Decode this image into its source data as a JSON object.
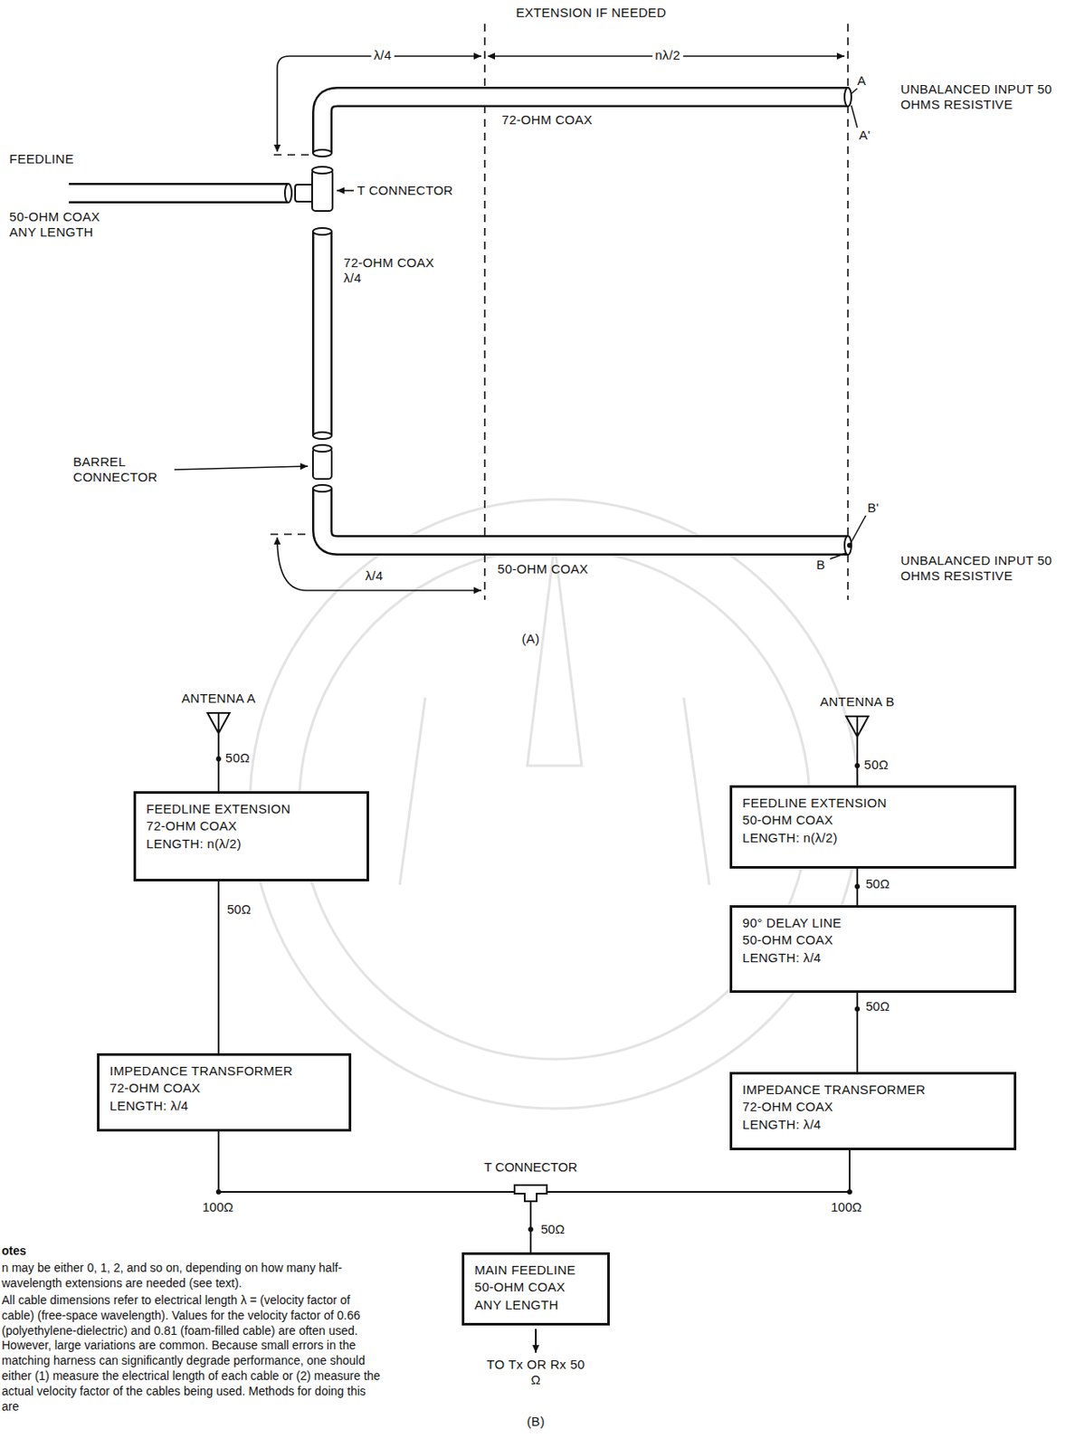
{
  "diagram": {
    "nodes": [
      {
        "text": [
          "FEEDLINE EXTENSION",
          "72-OHM COAX",
          "LENGTH: n(λ/2)"
        ]
      },
      {
        "text": [
          "FEEDLINE EXTENSION",
          "50-OHM COAX",
          "LENGTH: n(λ/2)"
        ]
      },
      {
        "text": [
          "90° DELAY LINE",
          "50-OHM COAX",
          "LENGTH: λ/4"
        ]
      },
      {
        "text": [
          "IMPEDANCE TRANSFORMER",
          "72-OHM COAX",
          "LENGTH: λ/4"
        ]
      },
      {
        "text": [
          "IMPEDANCE TRANSFORMER",
          "72-OHM COAX",
          "LENGTH: λ/4"
        ]
      },
      {
        "text": [
          "T CONNECTOR"
        ]
      },
      {
        "text": [
          "MAIN FEEDLINE",
          "50-OHM COAX",
          "ANY LENGTH"
        ]
      }
    ],
    "edges": [
      {
        "from": 0,
        "to": 3,
        "label": "50Ω",
        "arrow": "none"
      },
      {
        "from": 1,
        "to": 2,
        "label": "50Ω",
        "arrow": "none"
      },
      {
        "from": 2,
        "to": 4,
        "label": "50Ω",
        "arrow": "none"
      },
      {
        "from": 3,
        "to": 5,
        "label": "100Ω",
        "arrow": "none"
      },
      {
        "from": 4,
        "to": 5,
        "label": "100Ω",
        "arrow": "none"
      },
      {
        "from": 5,
        "to": 6,
        "label": "50Ω",
        "arrow": "none"
      }
    ],
    "labels": [
      "EXTENSION IF NEEDED",
      "λ/4",
      "nλ/2",
      "A",
      "A'",
      "72-OHM COAX",
      "UNBALANCED INPUT 50 OHMS RESISTIVE",
      "FEEDLINE",
      "50-OHM COAX ANY LENGTH",
      "T CONNECTOR",
      "72-OHM COAX λ/4",
      "BARREL CONNECTOR",
      "50-OHM COAX",
      "λ/4",
      "B'",
      "B",
      "UNBALANCED INPUT 50 OHMS RESISTIVE",
      "(A)",
      "ANTENNA A",
      "50Ω",
      "ANTENNA B",
      "50Ω",
      "TO Tx OR Rx 50 Ω",
      "(B)",
      "otes",
      "n may be either 0, 1, 2, and so on, depending on how many half-wavelength extensions are needed (see text).",
      "All cable dimensions refer to electrical length λ = (velocity factor of cable) (free-space wavelength). Values for the velocity factor of 0.66 (polyethylene-dielectric) and 0.81 (foam-filled cable) are often used. However, large variations are common. Because small errors in the matching harness can significantly degrade performance, one should either (1) measure the electrical length of each cable or (2) measure the actual velocity factor of the cables being used. Methods for doing this are"
    ]
  }
}
